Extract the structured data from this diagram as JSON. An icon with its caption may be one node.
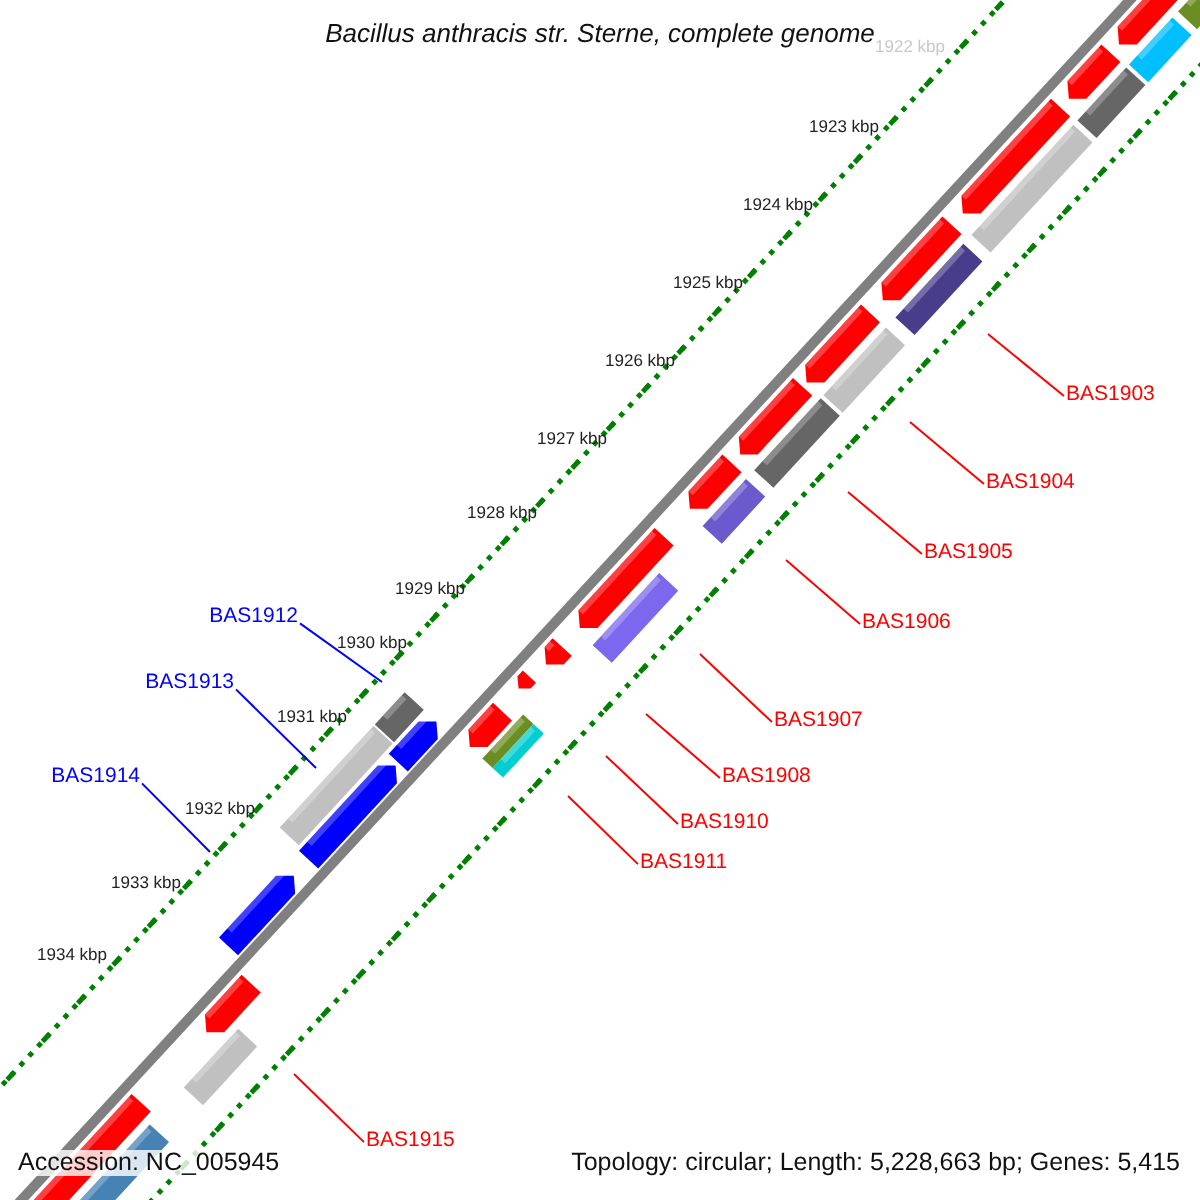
{
  "diagram": {
    "title": "Bacillus anthracis str. Sterne, complete genome",
    "nodes": [
      {
        "text": [
          "BAS1903"
        ]
      },
      {
        "text": [
          "BAS1904"
        ]
      },
      {
        "text": [
          "BAS1905"
        ]
      },
      {
        "text": [
          "BAS1906"
        ]
      },
      {
        "text": [
          "BAS1907"
        ]
      },
      {
        "text": [
          "BAS1908"
        ]
      },
      {
        "text": [
          "BAS1910"
        ]
      },
      {
        "text": [
          "BAS1911"
        ]
      },
      {
        "text": [
          "BAS1912"
        ]
      },
      {
        "text": [
          "BAS1913"
        ]
      },
      {
        "text": [
          "BAS1914"
        ]
      },
      {
        "text": [
          "BAS1915"
        ]
      }
    ],
    "edges": [
      {
        "from": 0,
        "to": null,
        "arrow": "none"
      },
      {
        "from": 1,
        "to": null,
        "arrow": "none"
      },
      {
        "from": 2,
        "to": null,
        "arrow": "none"
      },
      {
        "from": 3,
        "to": null,
        "arrow": "none"
      },
      {
        "from": 4,
        "to": null,
        "arrow": "none"
      },
      {
        "from": 5,
        "to": null,
        "arrow": "none"
      },
      {
        "from": 6,
        "to": null,
        "arrow": "none"
      },
      {
        "from": 7,
        "to": null,
        "arrow": "none"
      },
      {
        "from": 8,
        "to": null,
        "arrow": "none",
        "color": "#0000ff"
      },
      {
        "from": 9,
        "to": null,
        "arrow": "none",
        "color": "#0000ff"
      },
      {
        "from": 10,
        "to": null,
        "arrow": "none",
        "color": "#0000ff"
      },
      {
        "from": 11,
        "to": null,
        "arrow": "none"
      }
    ],
    "labels": [
      "1922 kbp",
      "1923 kbp",
      "1924 kbp",
      "1925 kbp",
      "1926 kbp",
      "1927 kbp",
      "1928 kbp",
      "1929 kbp",
      "1930 kbp",
      "1931 kbp",
      "1932 kbp",
      "1933 kbp",
      "1934 kbp",
      "Accession: NC_005945",
      "Topology: circular; Length: 5,228,663 bp; Genes: 5,415"
    ]
  }
}
